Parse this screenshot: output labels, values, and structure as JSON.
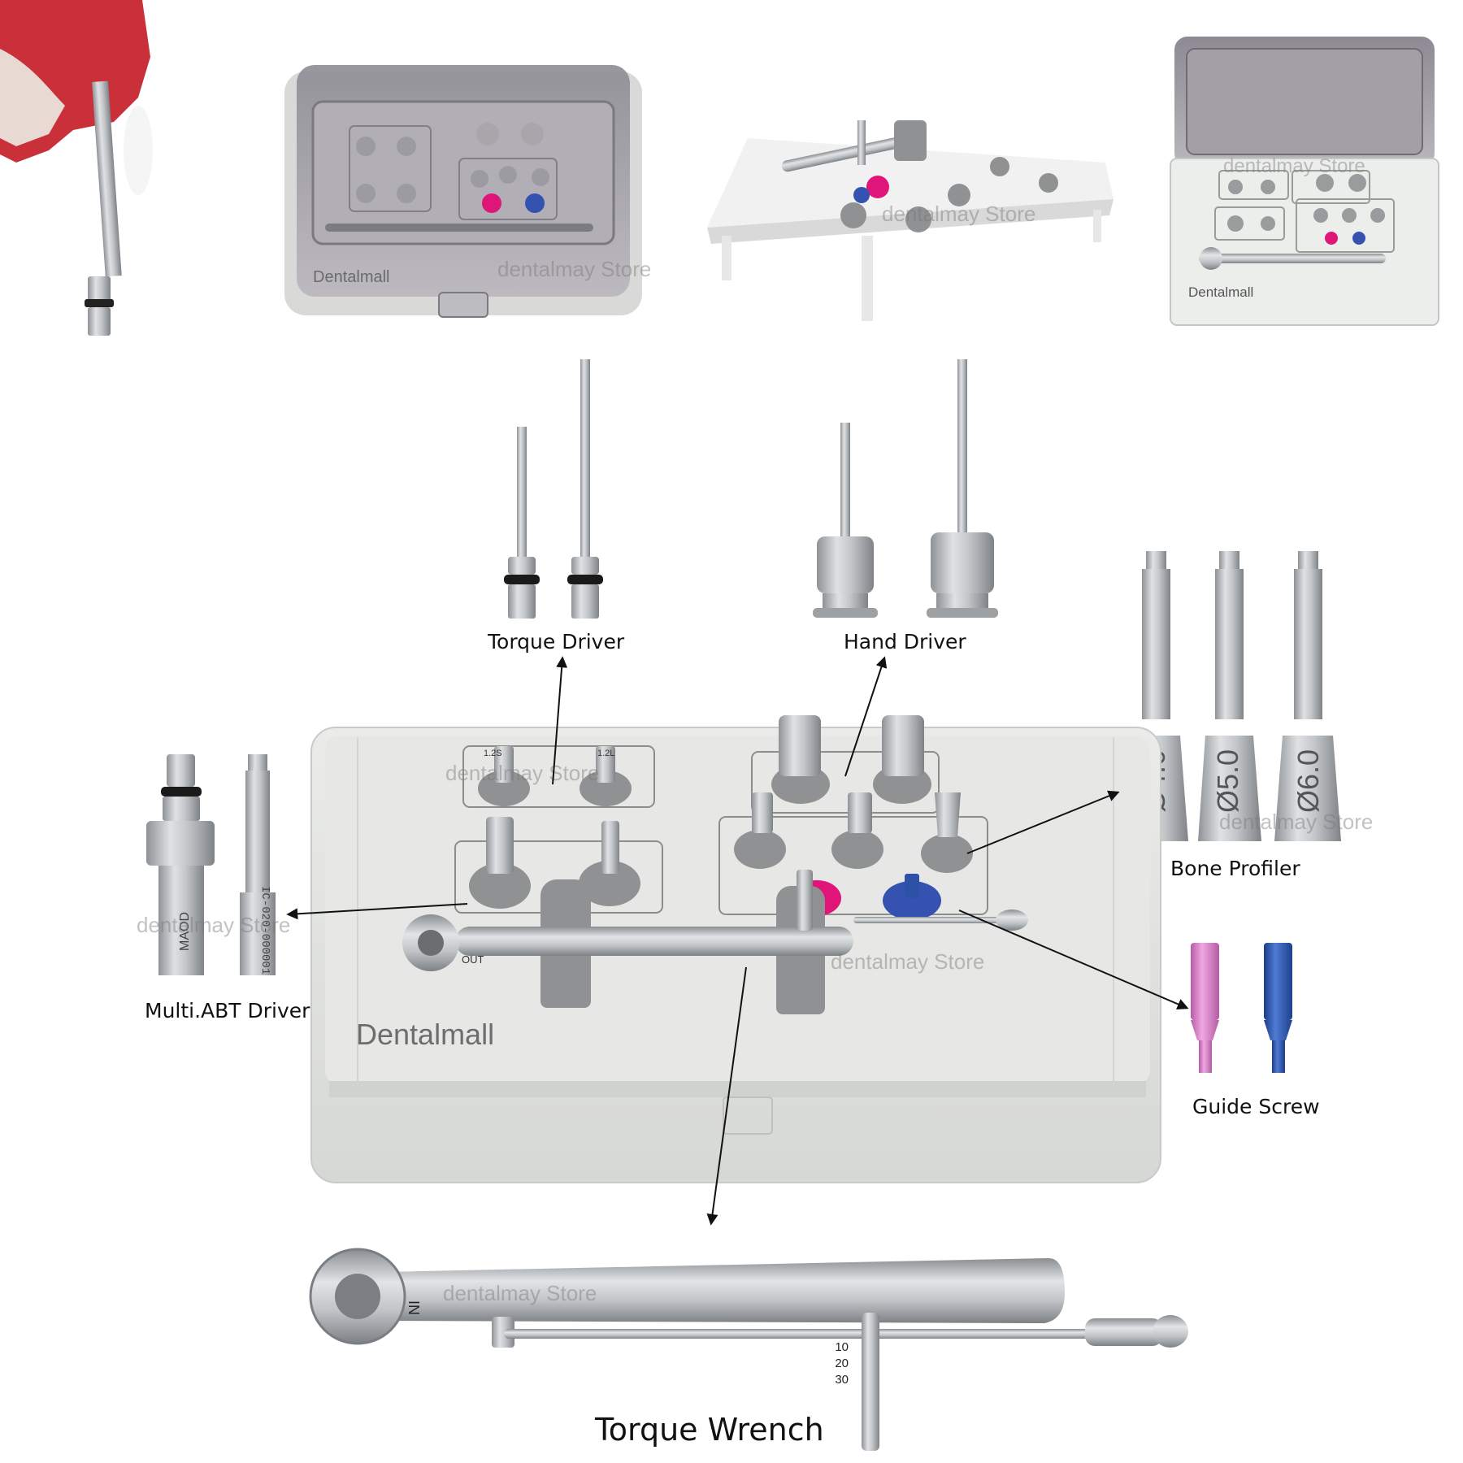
{
  "labels": {
    "torque_driver": "Torque Driver",
    "hand_driver": "Hand Driver",
    "bone_profiler": "Bone Profiler",
    "multi_abt_driver": "Multi.ABT Driver",
    "guide_screw": "Guide Screw",
    "torque_wrench": "Torque Wrench"
  },
  "brand": {
    "kit_main": "Dentalmall",
    "kit_top_left": "Dentalmall",
    "kit_top_right": "Dentalmall"
  },
  "watermark": "dentalmay Store",
  "profiler_sizes": [
    "Ø4.0",
    "Ø5.0",
    "Ø6.0"
  ],
  "driver_codes": {
    "maod": "MAOD",
    "ic": "IC-020-000001"
  },
  "tray_marks": {
    "s": "1.2S",
    "l": "1.2L",
    "out": "OUT",
    "in": "IN"
  },
  "wrench_scale": [
    "10",
    "20",
    "30"
  ],
  "colors": {
    "case_body": "#e3e4e2",
    "case_lid": "#cfd0d0",
    "steel": "#b9bcbf",
    "silicone": "#8f9193",
    "guide_pink": "#d880c8",
    "guide_blue": "#2c52a8",
    "color_pink": "#e0157a",
    "color_blue": "#3552b0",
    "gum_red": "#c9303a"
  }
}
